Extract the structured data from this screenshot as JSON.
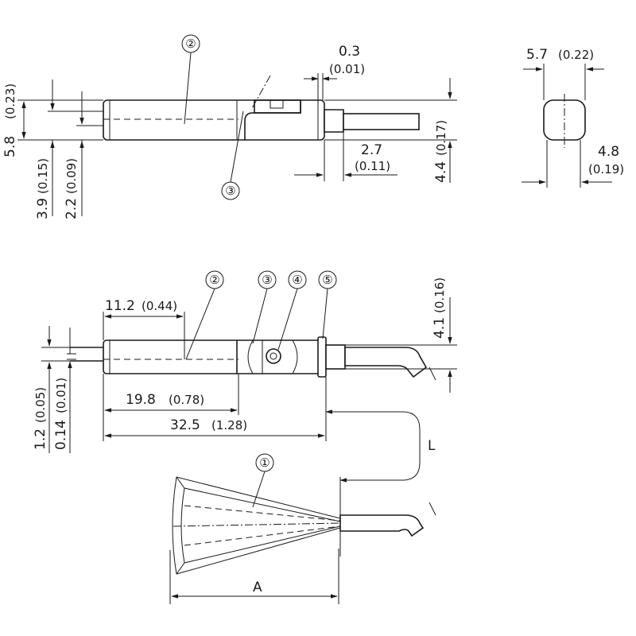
{
  "top_view": {
    "callout_2": "②",
    "callout_3": "③",
    "dim_0_3": {
      "mm": "0.3",
      "in": "(0.01)"
    },
    "dim_5_8": {
      "mm": "5.8",
      "in": "(0.23)"
    },
    "dim_3_9": {
      "mm": "3.9",
      "in": "(0.15)"
    },
    "dim_2_2": {
      "mm": "2.2",
      "in": "(0.09)"
    },
    "dim_2_7": {
      "mm": "2.7",
      "in": "(0.11)"
    },
    "dim_4_4": {
      "mm": "4.4",
      "in": "(0.17)"
    }
  },
  "end_view": {
    "dim_5_7": {
      "mm": "5.7",
      "in": "(0.22)"
    },
    "dim_4_8": {
      "mm": "4.8",
      "in": "(0.19)"
    }
  },
  "side_view": {
    "callout_2": "②",
    "callout_3": "③",
    "callout_4": "④",
    "callout_5": "⑤",
    "dim_11_2": {
      "mm": "11.2",
      "in": "(0.44)"
    },
    "dim_19_8": {
      "mm": "19.8",
      "in": "(0.78)"
    },
    "dim_32_5": {
      "mm": "32.5",
      "in": "(1.28)"
    },
    "dim_4_1": {
      "mm": "4.1",
      "in": "(0.16)"
    },
    "dim_1_2": {
      "mm": "1.2",
      "in": "(0.05)"
    },
    "dim_0_14": {
      "mm": "0.14",
      "in": "(0.01)"
    },
    "cable_length_label": "L"
  },
  "detection_view": {
    "callout_1": "①",
    "dim_A_label": "A"
  }
}
